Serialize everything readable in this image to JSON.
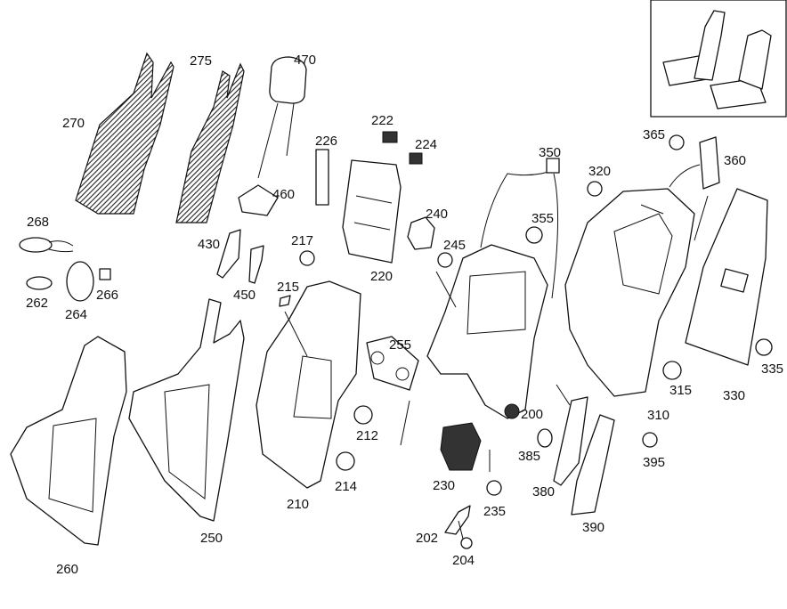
{
  "labels": {
    "p270": "270",
    "p275": "275",
    "p470": "470",
    "p226": "226",
    "p222": "222",
    "p224": "224",
    "p350": "350",
    "p365": "365",
    "p360": "360",
    "p320": "320",
    "p240": "240",
    "p355": "355",
    "p245": "245",
    "p460": "460",
    "p268": "268",
    "p430": "430",
    "p217": "217",
    "p220": "220",
    "p262": "262",
    "p264": "264",
    "p266": "266",
    "p450": "450",
    "p215": "215",
    "p255": "255",
    "p335": "335",
    "p315": "315",
    "p330": "330",
    "p310": "310",
    "p200": "200",
    "p212": "212",
    "p395": "395",
    "p385": "385",
    "p214": "214",
    "p230": "230",
    "p380": "380",
    "p210": "210",
    "p235": "235",
    "p250": "250",
    "p390": "390",
    "p202": "202",
    "p260": "260",
    "p204": "204"
  }
}
